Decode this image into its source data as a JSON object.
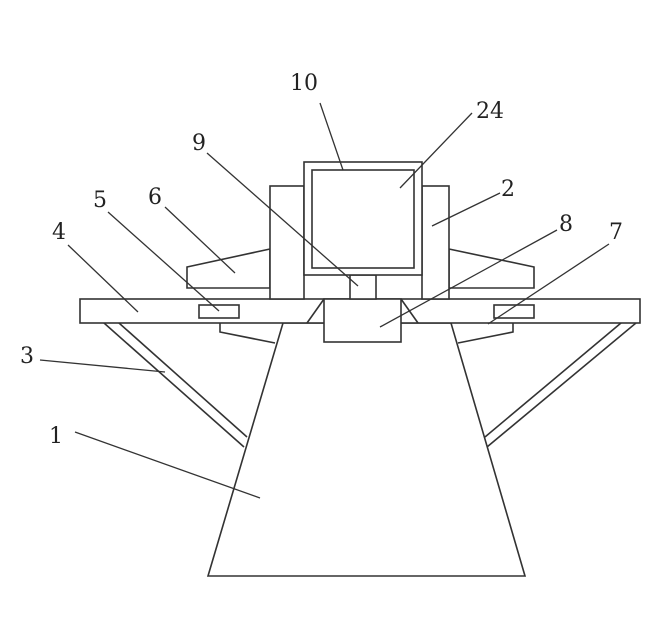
{
  "figure": {
    "labels": {
      "base": "1",
      "column": "2",
      "strut": "3",
      "platform": "4",
      "slider_left": "5",
      "wing": "6",
      "slider_right": "7",
      "block": "8",
      "stem": "9",
      "frame": "10",
      "screen": "24"
    }
  }
}
